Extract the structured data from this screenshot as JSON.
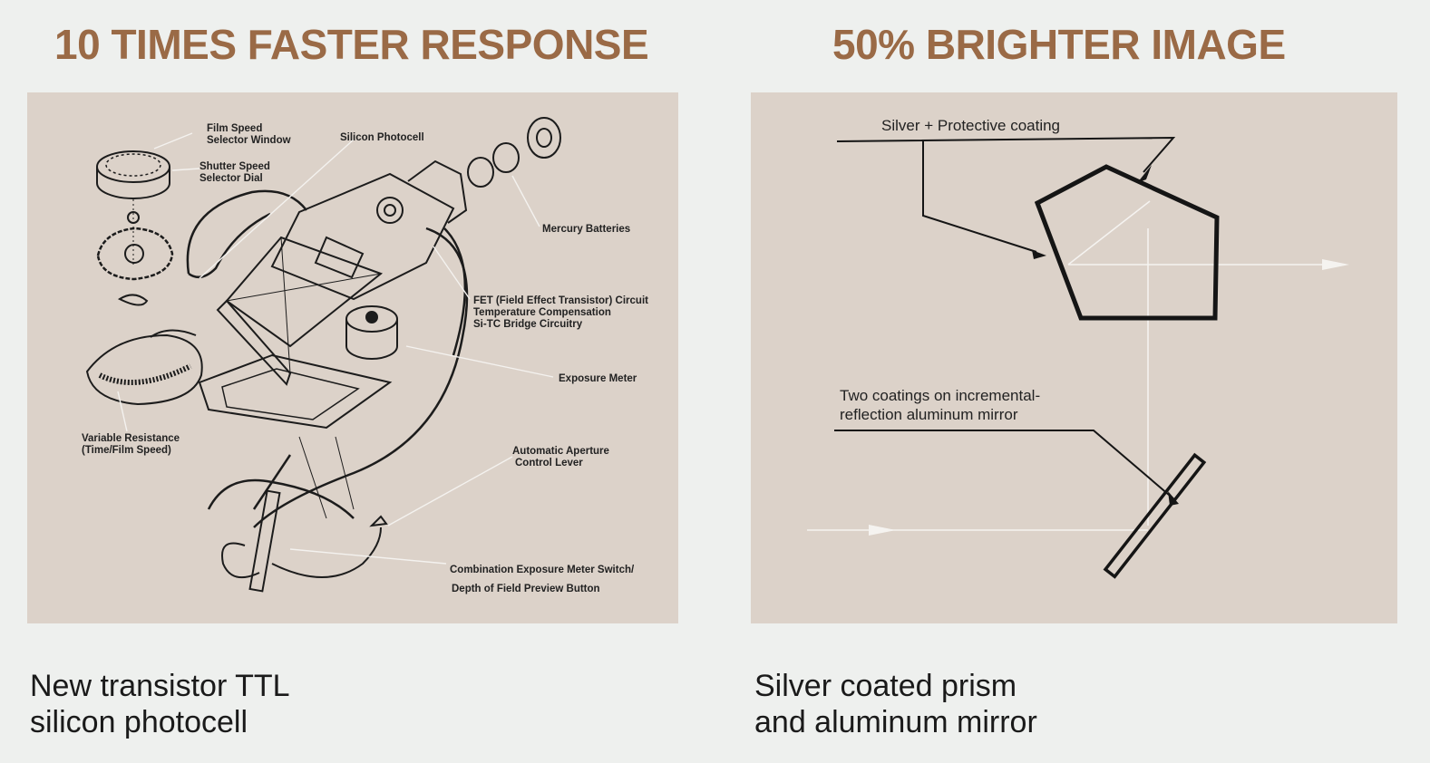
{
  "left": {
    "heading": "10 TIMES FASTER RESPONSE",
    "labels": {
      "film_speed_window_l1": "Film Speed",
      "film_speed_window_l2": "Selector Window",
      "silicon_photocell": "Silicon Photocell",
      "shutter_dial_l1": "Shutter Speed",
      "shutter_dial_l2": "Selector Dial",
      "mercury_batteries": "Mercury Batteries",
      "fet_l1": "FET (Field Effect Transistor) Circuit",
      "fet_l2": "Temperature Compensation",
      "fet_l3": "Si-TC Bridge Circuitry",
      "exposure_meter": "Exposure Meter",
      "variable_resistance_l1": "Variable Resistance",
      "variable_resistance_l2": "(Time/Film Speed)",
      "aperture_lever_l1": "Automatic Aperture",
      "aperture_lever_l2": "Control Lever",
      "combo_switch_l1": "Combination Exposure Meter Switch/",
      "combo_switch_l2": "Depth of Field Preview Button"
    },
    "caption_l1": "New transistor TTL",
    "caption_l2": "silicon photocell"
  },
  "right": {
    "heading": "50% BRIGHTER IMAGE",
    "labels": {
      "silver_coating": "Silver + Protective coating",
      "two_coatings_l1": "Two coatings on incremental-",
      "two_coatings_l2": "reflection aluminum mirror"
    },
    "caption_l1": "Silver coated prism",
    "caption_l2": "and aluminum mirror"
  },
  "colors": {
    "heading": "#9a6a46",
    "panel": "#dcd2c9",
    "background": "#eef0ee"
  }
}
